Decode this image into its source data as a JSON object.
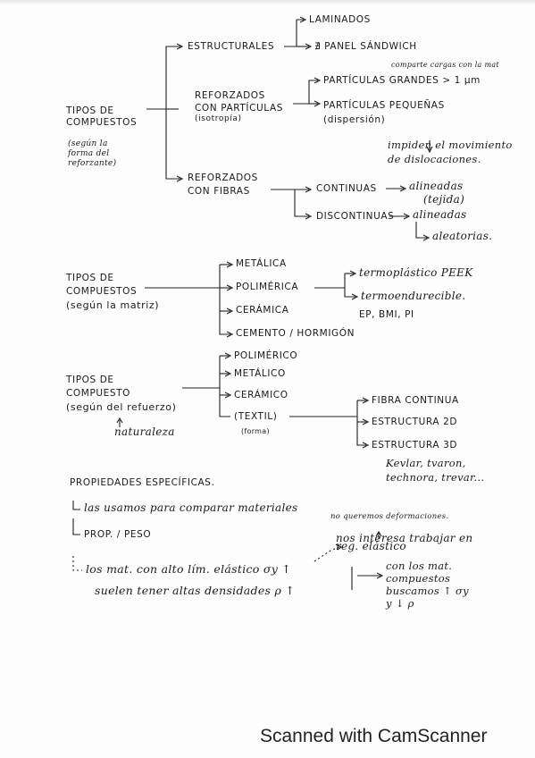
{
  "section1": {
    "root": [
      "TIPOS DE",
      "COMPUESTOS"
    ],
    "root_note": [
      "(según la",
      "forma del",
      "reforzante)"
    ],
    "estructurales": "ESTRUCTURALES",
    "laminados": "LAMINADOS",
    "panel": "∄ PANEL SÁNDWICH",
    "reforzados_particulas": [
      "REFORZADOS",
      "CON PARTÍCULAS",
      "(isotropía)"
    ],
    "comparte": "comparte cargas con la mat",
    "grandes": "PARTÍCULAS GRANDES > 1 μm",
    "pequenas": [
      "PARTÍCULAS PEQUEÑAS",
      "(dispersión)"
    ],
    "down_arrow": "↓",
    "impiden": [
      "impiden el movimiento",
      "de dislocaciones."
    ],
    "reforzados_fibras": [
      "REFORZADOS",
      "CON FIBRAS"
    ],
    "continuas": "CONTINUAS",
    "alineadas_1": "alineadas",
    "tejida": "(tejida)",
    "discontinuas": "DISCONTINUAS",
    "alineadas_2": "alineadas",
    "aleatorias": "aleatorias."
  },
  "section2": {
    "root": [
      "TIPOS DE",
      "COMPUESTOS",
      "(según la matriz)"
    ],
    "metalica": "METÁLICA",
    "polimerica": "POLIMÉRICA",
    "ceramica": "CERÁMICA",
    "cemento": "CEMENTO / HORMIGÓN",
    "termoplastico": "termoplástico  PEEK",
    "termoendurecible": "termoendurecible.",
    "ep": "EP, BMI, PI"
  },
  "section3": {
    "root": [
      "TIPOS DE",
      "COMPUESTO",
      "(según del refuerzo)"
    ],
    "naturaleza": "naturaleza",
    "polimerico": "POLIMÉRICO",
    "metalico": "METÁLICO",
    "ceramico": "CERÁMICO",
    "textil": "(TEXTIL)",
    "forma": "(forma)",
    "fibra_continua": "FIBRA CONTINUA",
    "estructura_2d": "ESTRUCTURA 2D",
    "estructura_3d": "ESTRUCTURA 3D",
    "ejemplos": [
      "Kevlar, tvaron,",
      "technora, trevar..."
    ]
  },
  "section4": {
    "title": "PROPIEDADES ESPECÍFICAS.",
    "line1": "las usamos para comparar materiales",
    "line2": "PROP. / PESO",
    "no_queremos": "no queremos deformaciones.",
    "nos_interesa": [
      "nos interesa trabajar en",
      "reg. elástico"
    ],
    "line3": "los mat. con alto lím. elástico  σy ↑",
    "line4": "suelen tener altas densidades   ρ ↑",
    "con_los": [
      "con los mat.",
      "compuestos",
      "buscamos ↑ σy",
      "y ↓ ρ"
    ]
  },
  "footer": "Scanned with CamScanner"
}
